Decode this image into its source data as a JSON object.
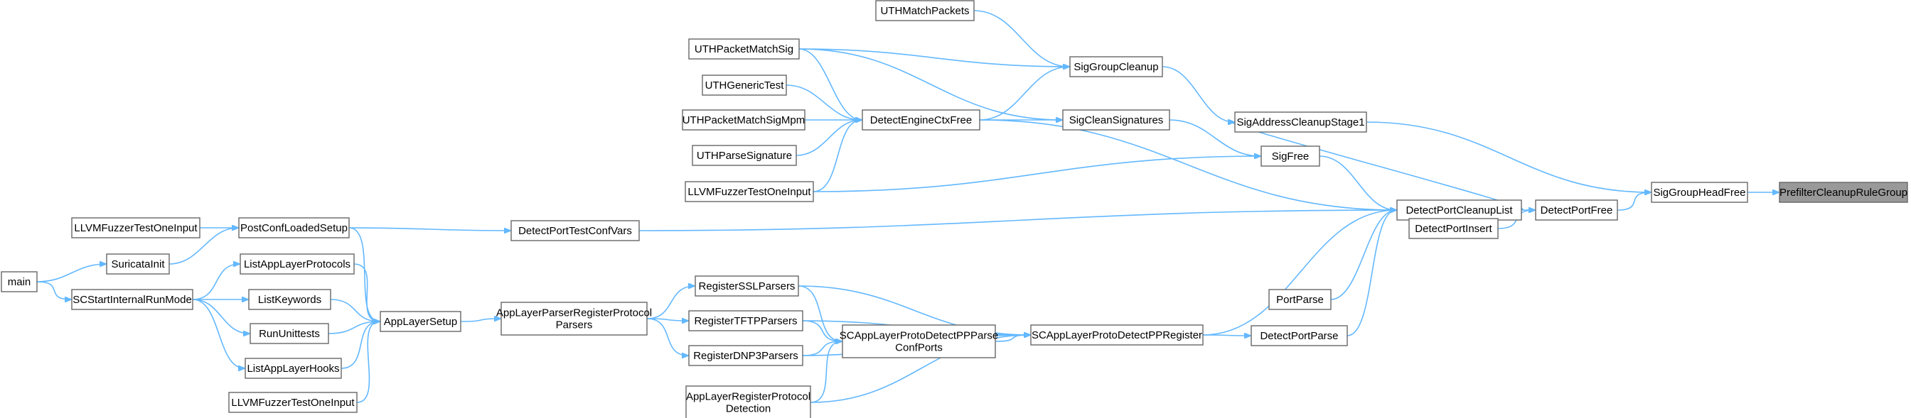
{
  "nodes": [
    {
      "id": "prefilter",
      "label": "PrefilterCleanupRuleGroup",
      "highlight": true
    },
    {
      "id": "sghf",
      "label": "SigGroupHeadFree"
    },
    {
      "id": "sacs1",
      "label": "SigAddressCleanupStage1"
    },
    {
      "id": "dpf",
      "label": "DetectPortFree"
    },
    {
      "id": "dpcl",
      "label": "DetectPortCleanupList"
    },
    {
      "id": "dpi",
      "label": "DetectPortInsert"
    },
    {
      "id": "sgc",
      "label": "SigGroupCleanup"
    },
    {
      "id": "utmp",
      "label": "UTHMatchPackets"
    },
    {
      "id": "utpms",
      "label": "UTHPacketMatchSig"
    },
    {
      "id": "decf",
      "label": "DetectEngineCtxFree"
    },
    {
      "id": "scs",
      "label": "SigCleanSignatures"
    },
    {
      "id": "sf",
      "label": "SigFree"
    },
    {
      "id": "dptcv",
      "label": "DetectPortTestConfVars"
    },
    {
      "id": "pp",
      "label": "PortParse"
    },
    {
      "id": "dpp",
      "label": "DetectPortParse"
    },
    {
      "id": "utgt",
      "label": "UTHGenericTest"
    },
    {
      "id": "utpmsm",
      "label": "UTHPacketMatchSigMpm"
    },
    {
      "id": "utps",
      "label": "UTHParseSignature"
    },
    {
      "id": "llvm1",
      "label": "LLVMFuzzerTestOneInput"
    },
    {
      "id": "llvm2",
      "label": "LLVMFuzzerTestOneInput"
    },
    {
      "id": "llvm3",
      "label": "LLVMFuzzerTestOneInput"
    },
    {
      "id": "pcls",
      "label": "PostConfLoadedSetup"
    },
    {
      "id": "si",
      "label": "SuricataInit"
    },
    {
      "id": "main",
      "label": "main"
    },
    {
      "id": "scsirm",
      "label": "SCStartInternalRunMode"
    },
    {
      "id": "lalp",
      "label": "ListAppLayerProtocols"
    },
    {
      "id": "lk",
      "label": "ListKeywords"
    },
    {
      "id": "ru",
      "label": "RunUnittests"
    },
    {
      "id": "lalh",
      "label": "ListAppLayerHooks"
    },
    {
      "id": "als",
      "label": "AppLayerSetup"
    },
    {
      "id": "alprp",
      "label": "AppLayerParserRegisterProtocol\nParsers"
    },
    {
      "id": "rssl",
      "label": "RegisterSSLParsers"
    },
    {
      "id": "rtftp",
      "label": "RegisterTFTPParsers"
    },
    {
      "id": "rdnp3",
      "label": "RegisterDNP3Parsers"
    },
    {
      "id": "alrpd",
      "label": "AppLayerRegisterProtocol\nDetection"
    },
    {
      "id": "scpcp",
      "label": "SCAppLayerProtoDetectPPParse\nConfPorts"
    },
    {
      "id": "scppr",
      "label": "SCAppLayerProtoDetectPPRegister"
    }
  ],
  "edges": [
    [
      "sghf",
      "prefilter"
    ],
    [
      "sacs1",
      "sghf"
    ],
    [
      "dpf",
      "sghf"
    ],
    [
      "dpcl",
      "dpf"
    ],
    [
      "dpi",
      "dpf"
    ],
    [
      "dpi",
      "dpi"
    ],
    [
      "sgc",
      "sacs1"
    ],
    [
      "dpcl",
      "sacs1"
    ],
    [
      "utmp",
      "sgc"
    ],
    [
      "utpms",
      "sgc"
    ],
    [
      "decf",
      "sgc"
    ],
    [
      "utpms",
      "decf"
    ],
    [
      "utgt",
      "decf"
    ],
    [
      "utpmsm",
      "decf"
    ],
    [
      "utps",
      "decf"
    ],
    [
      "llvm1",
      "decf"
    ],
    [
      "utpms",
      "scs"
    ],
    [
      "decf",
      "scs"
    ],
    [
      "scs",
      "sf"
    ],
    [
      "llvm1",
      "sf"
    ],
    [
      "sf",
      "dpcl"
    ],
    [
      "decf",
      "dpcl"
    ],
    [
      "dptcv",
      "dpcl"
    ],
    [
      "pp",
      "dpcl"
    ],
    [
      "dpp",
      "dpcl"
    ],
    [
      "scppr",
      "dpcl"
    ],
    [
      "scppr",
      "dpp"
    ],
    [
      "pcls",
      "dptcv"
    ],
    [
      "llvm2",
      "pcls"
    ],
    [
      "si",
      "pcls"
    ],
    [
      "main",
      "si"
    ],
    [
      "main",
      "scsirm"
    ],
    [
      "scsirm",
      "lalp"
    ],
    [
      "scsirm",
      "lk"
    ],
    [
      "scsirm",
      "ru"
    ],
    [
      "scsirm",
      "lalh"
    ],
    [
      "pcls",
      "als"
    ],
    [
      "lalp",
      "als"
    ],
    [
      "lk",
      "als"
    ],
    [
      "ru",
      "als"
    ],
    [
      "lalh",
      "als"
    ],
    [
      "llvm3",
      "als"
    ],
    [
      "als",
      "alprp"
    ],
    [
      "alprp",
      "rssl"
    ],
    [
      "alprp",
      "rtftp"
    ],
    [
      "alprp",
      "rdnp3"
    ],
    [
      "rssl",
      "scpcp"
    ],
    [
      "rtftp",
      "scpcp"
    ],
    [
      "rdnp3",
      "scpcp"
    ],
    [
      "alrpd",
      "scpcp"
    ],
    [
      "rssl",
      "scppr"
    ],
    [
      "rtftp",
      "scppr"
    ],
    [
      "rdnp3",
      "scppr"
    ],
    [
      "alrpd",
      "scppr"
    ],
    [
      "scpcp",
      "scppr"
    ]
  ]
}
